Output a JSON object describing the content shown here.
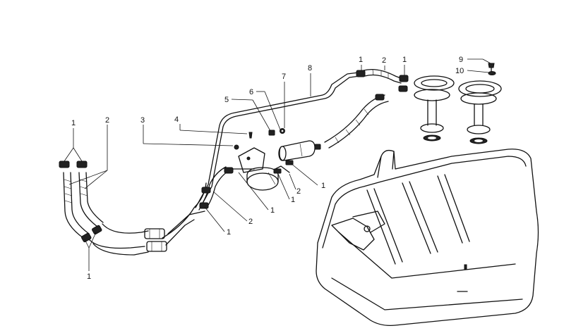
{
  "callouts": [
    {
      "id": "c-left-1-top",
      "text": "1"
    },
    {
      "id": "c-left-2",
      "text": "2"
    },
    {
      "id": "c-left-1-bottom",
      "text": "1"
    },
    {
      "id": "c-3",
      "text": "3"
    },
    {
      "id": "c-4",
      "text": "4"
    },
    {
      "id": "c-5",
      "text": "5"
    },
    {
      "id": "c-6",
      "text": "6"
    },
    {
      "id": "c-7",
      "text": "7"
    },
    {
      "id": "c-8",
      "text": "8"
    },
    {
      "id": "c-top-1a",
      "text": "1"
    },
    {
      "id": "c-top-2",
      "text": "2"
    },
    {
      "id": "c-top-1b",
      "text": "1"
    },
    {
      "id": "c-9",
      "text": "9"
    },
    {
      "id": "c-10",
      "text": "10"
    },
    {
      "id": "c-pump-2",
      "text": "2"
    },
    {
      "id": "c-pump-1a",
      "text": "1"
    },
    {
      "id": "c-pump-1b",
      "text": "1"
    },
    {
      "id": "c-filter-1",
      "text": "1"
    },
    {
      "id": "c-hose-2",
      "text": "2"
    },
    {
      "id": "c-hose-1",
      "text": "1"
    }
  ]
}
